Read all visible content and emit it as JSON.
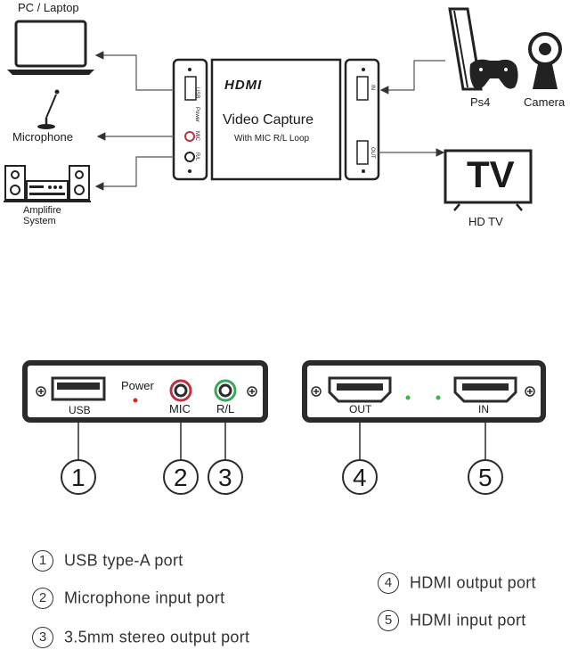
{
  "connection": {
    "pc_label": "PC / Laptop",
    "mic_label": "Microphone",
    "amp_label_1": "Amplifire",
    "amp_label_2": "System",
    "ps4_label": "Ps4",
    "camera_label": "Camera",
    "tv_screen_text": "TV",
    "tv_label": "HD TV",
    "device": {
      "logo": "HDMI",
      "title": "Video Capture",
      "subtitle": "With MIC R/L Loop",
      "left_port_usb": "USB",
      "left_port_power": "Power",
      "left_port_mic": "MIC",
      "left_port_rl": "R/L",
      "right_port_in": "IN",
      "right_port_out": "OUT"
    }
  },
  "panels": {
    "left": {
      "usb": "USB",
      "power": "Power",
      "mic": "MIC",
      "rl": "R/L"
    },
    "right": {
      "out": "OUT",
      "in": "IN"
    }
  },
  "callouts": [
    "1",
    "2",
    "3",
    "4",
    "5"
  ],
  "legend": [
    {
      "num": "1",
      "text": "USB type-A port"
    },
    {
      "num": "2",
      "text": "Microphone input port"
    },
    {
      "num": "3",
      "text": "3.5mm stereo output port"
    },
    {
      "num": "4",
      "text": "HDMI output port"
    },
    {
      "num": "5",
      "text": "HDMI input port"
    }
  ],
  "colors": {
    "panel_dark": "#2b2b2b",
    "mic_ring": "#c0303f",
    "rl_ring": "#3aa657",
    "led_red": "#d12b2b",
    "led_green": "#39b54a"
  }
}
